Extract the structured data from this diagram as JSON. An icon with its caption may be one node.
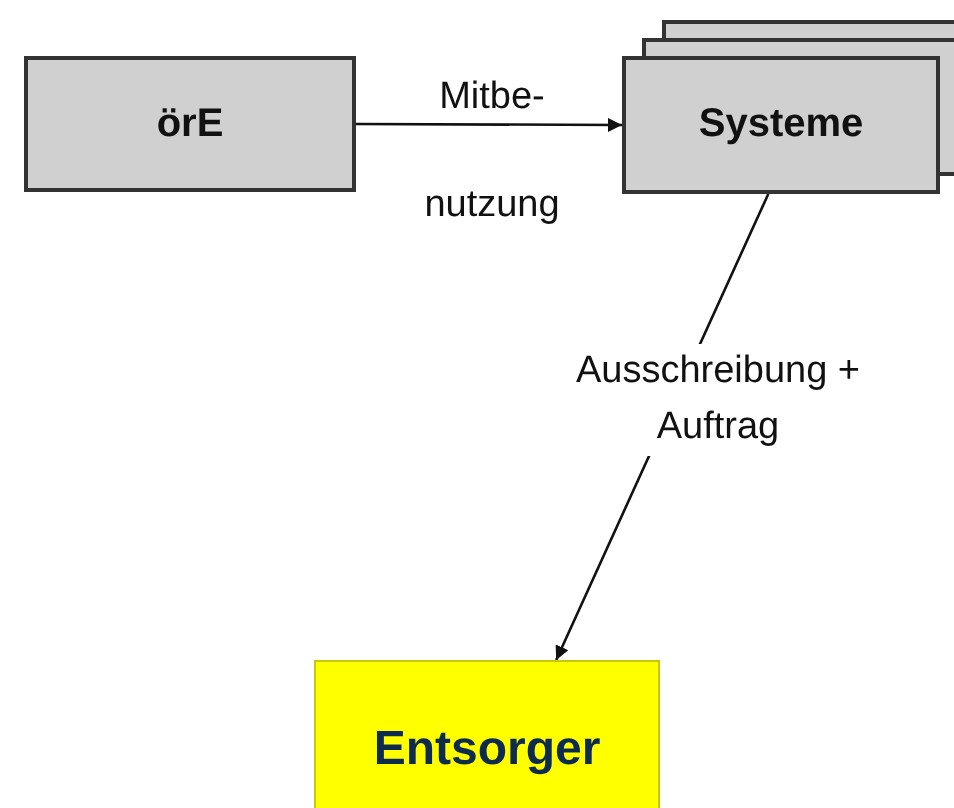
{
  "diagram": {
    "nodes": [
      {
        "text": [
          "örE"
        ]
      },
      {
        "text": [
          "Systeme"
        ]
      },
      {
        "text": [
          "Entsorger"
        ]
      }
    ],
    "edges": [
      {
        "from": 0,
        "to": 1,
        "arrow": "to",
        "label": "Mitbe- nutzung"
      },
      {
        "from": 1,
        "to": 2,
        "arrow": "to",
        "label": "Ausschreibung + Auftrag"
      }
    ]
  }
}
